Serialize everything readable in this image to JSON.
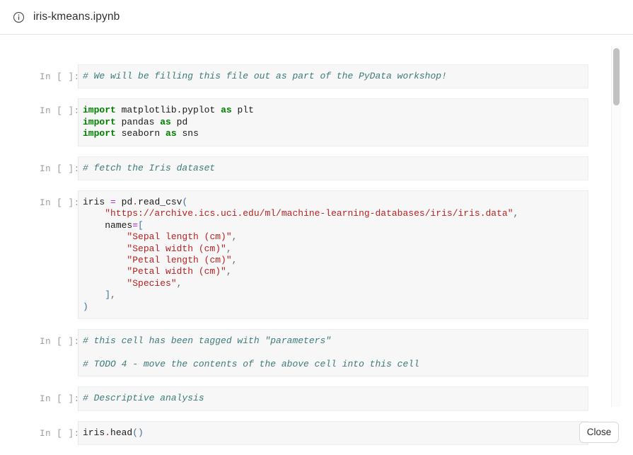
{
  "window": {
    "title": "iris-kmeans.ipynb",
    "info_icon": "info-circle-icon"
  },
  "colors": {
    "page_background": "#ffffff",
    "cell_background": "#f7f7f7",
    "cell_border": "#eceff1",
    "prompt_text": "#9b9b9b",
    "comment": "#3d7b7b",
    "keyword": "#008000",
    "string": "#ba2121",
    "operator": "#aa22ff",
    "paren": "#4070a0",
    "scrollbar_thumb": "#c1c1c1",
    "title_text": "#2f2f2f"
  },
  "notebook": {
    "prompt_label": "In [ ]:",
    "cells": [
      {
        "id": "cell-1",
        "prompt": "In [ ]:",
        "type": "code",
        "source": "# We will be filling this file out as part of the PyData workshop!"
      },
      {
        "id": "cell-2",
        "prompt": "In [ ]:",
        "type": "code",
        "source": "import matplotlib.pyplot as plt\nimport pandas as pd\nimport seaborn as sns"
      },
      {
        "id": "cell-3",
        "prompt": "In [ ]:",
        "type": "code",
        "source": "# fetch the Iris dataset"
      },
      {
        "id": "cell-4",
        "prompt": "In [ ]:",
        "type": "code",
        "source": "iris = pd.read_csv(\n    \"https://archive.ics.uci.edu/ml/machine-learning-databases/iris/iris.data\",\n    names=[\n        \"Sepal length (cm)\",\n        \"Sepal width (cm)\",\n        \"Petal length (cm)\",\n        \"Petal width (cm)\",\n        \"Species\",\n    ],\n)"
      },
      {
        "id": "cell-5",
        "prompt": "In [ ]:",
        "type": "code",
        "source": "# this cell has been tagged with \"parameters\"\n\n# TODO 4 - move the contents of the above cell into this cell"
      },
      {
        "id": "cell-6",
        "prompt": "In [ ]:",
        "type": "code",
        "source": "# Descriptive analysis"
      },
      {
        "id": "cell-7",
        "prompt": "In [ ]:",
        "type": "code",
        "source": "iris.head()"
      }
    ]
  },
  "footer": {
    "close_label": "Close"
  },
  "scrollbar": {
    "thumb_position_pct": 0,
    "thumb_size_pct": 16
  }
}
